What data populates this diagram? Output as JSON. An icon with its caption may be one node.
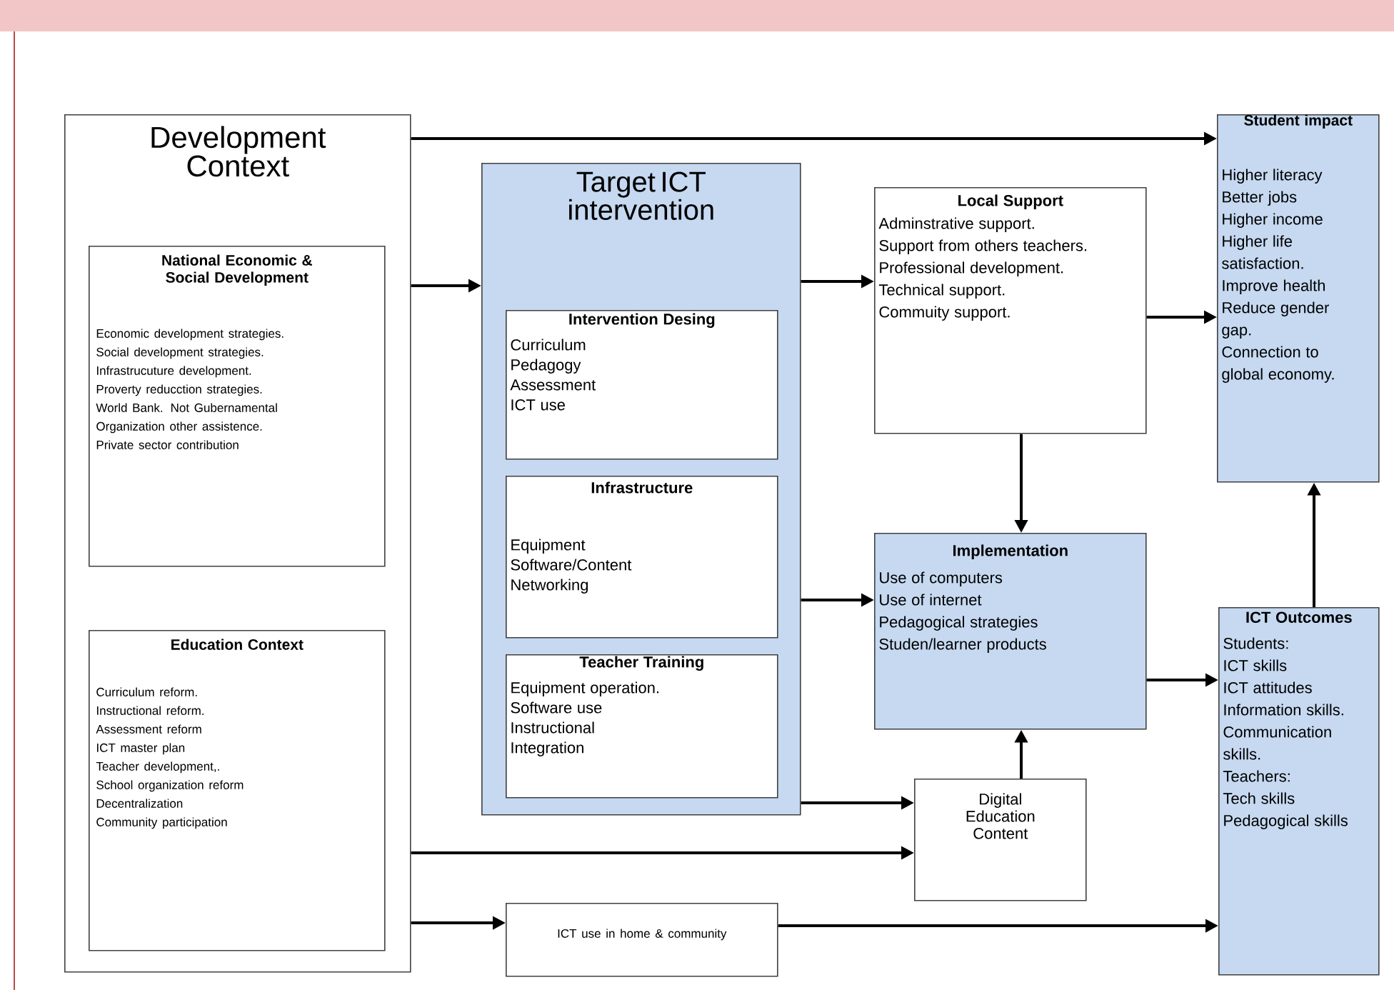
{
  "diagram": {
    "nodes": [
      {
        "text": [
          "Development Context"
        ]
      },
      {
        "text": [
          "National Economic & Social Development",
          "Economic development strategies.",
          "Social development strategies.",
          "Infrastrucuture development.",
          "Proverty reducction strategies.",
          "World Bank. Not Gubernamental Organization other assistence.",
          "Private sector contribution"
        ],
        "in": 0
      },
      {
        "text": [
          "Education Context",
          "Curriculum reform.",
          "Instructional reform.",
          "Assessment reform",
          "ICT master plan",
          "Teacher development,.",
          "School organization reform",
          "Decentralization",
          "Community participation"
        ],
        "in": 0
      },
      {
        "text": [
          "Target ICT intervention"
        ]
      },
      {
        "text": [
          "Intervention Desing",
          "Curriculum",
          "Pedagogy",
          "Assessment",
          "ICT use"
        ],
        "in": 3
      },
      {
        "text": [
          "Infrastructure",
          "Equipment",
          "Software/Content",
          "Networking"
        ],
        "in": 3
      },
      {
        "text": [
          "Teacher Training",
          "Equipment operation.",
          "Software use",
          "Instructional",
          "Integration"
        ],
        "in": 3
      },
      {
        "text": [
          "Local Support",
          "Adminstrative support.",
          "Support from others teachers.",
          "Professional development.",
          "Technical support.",
          "Commuity support."
        ]
      },
      {
        "text": [
          "Student impact",
          "Higher literacy",
          "Better jobs",
          "Higher income",
          "Higher life satisfaction.",
          "Improve health",
          "Reduce gender gap.",
          "Connection to global economy."
        ]
      },
      {
        "text": [
          "Implementation",
          "Use of computers",
          "Use of internet",
          "Pedagogical strategies",
          "Studen/learner products"
        ]
      },
      {
        "text": [
          "ICT Outcomes",
          "Students:",
          "ICT skills",
          "ICT attitudes",
          "Information skills.",
          "Communication skills.",
          "Teachers:",
          "Tech skills",
          "Pedagogical skills"
        ]
      },
      {
        "text": [
          "Digital Education Content"
        ]
      },
      {
        "text": [
          "ICT use in home & community"
        ]
      }
    ],
    "edges": [
      {
        "from": 0,
        "to": 8,
        "arrow": "to"
      },
      {
        "from": 0,
        "to": 3,
        "arrow": "to"
      },
      {
        "from": 3,
        "to": 7,
        "arrow": "to"
      },
      {
        "from": 3,
        "to": 9,
        "arrow": "to"
      },
      {
        "from": 7,
        "to": 8,
        "arrow": "to"
      },
      {
        "from": 7,
        "to": 9,
        "arrow": "to"
      },
      {
        "from": 9,
        "to": 10,
        "arrow": "to"
      },
      {
        "from": 11,
        "to": 9,
        "arrow": "to"
      },
      {
        "from": 10,
        "to": 8,
        "arrow": "to"
      },
      {
        "from": 3,
        "to": 11,
        "arrow": "to"
      },
      {
        "from": 0,
        "to": 11,
        "arrow": "to"
      },
      {
        "from": 0,
        "to": 12,
        "arrow": "to"
      },
      {
        "from": 12,
        "to": 10,
        "arrow": "to"
      }
    ]
  }
}
